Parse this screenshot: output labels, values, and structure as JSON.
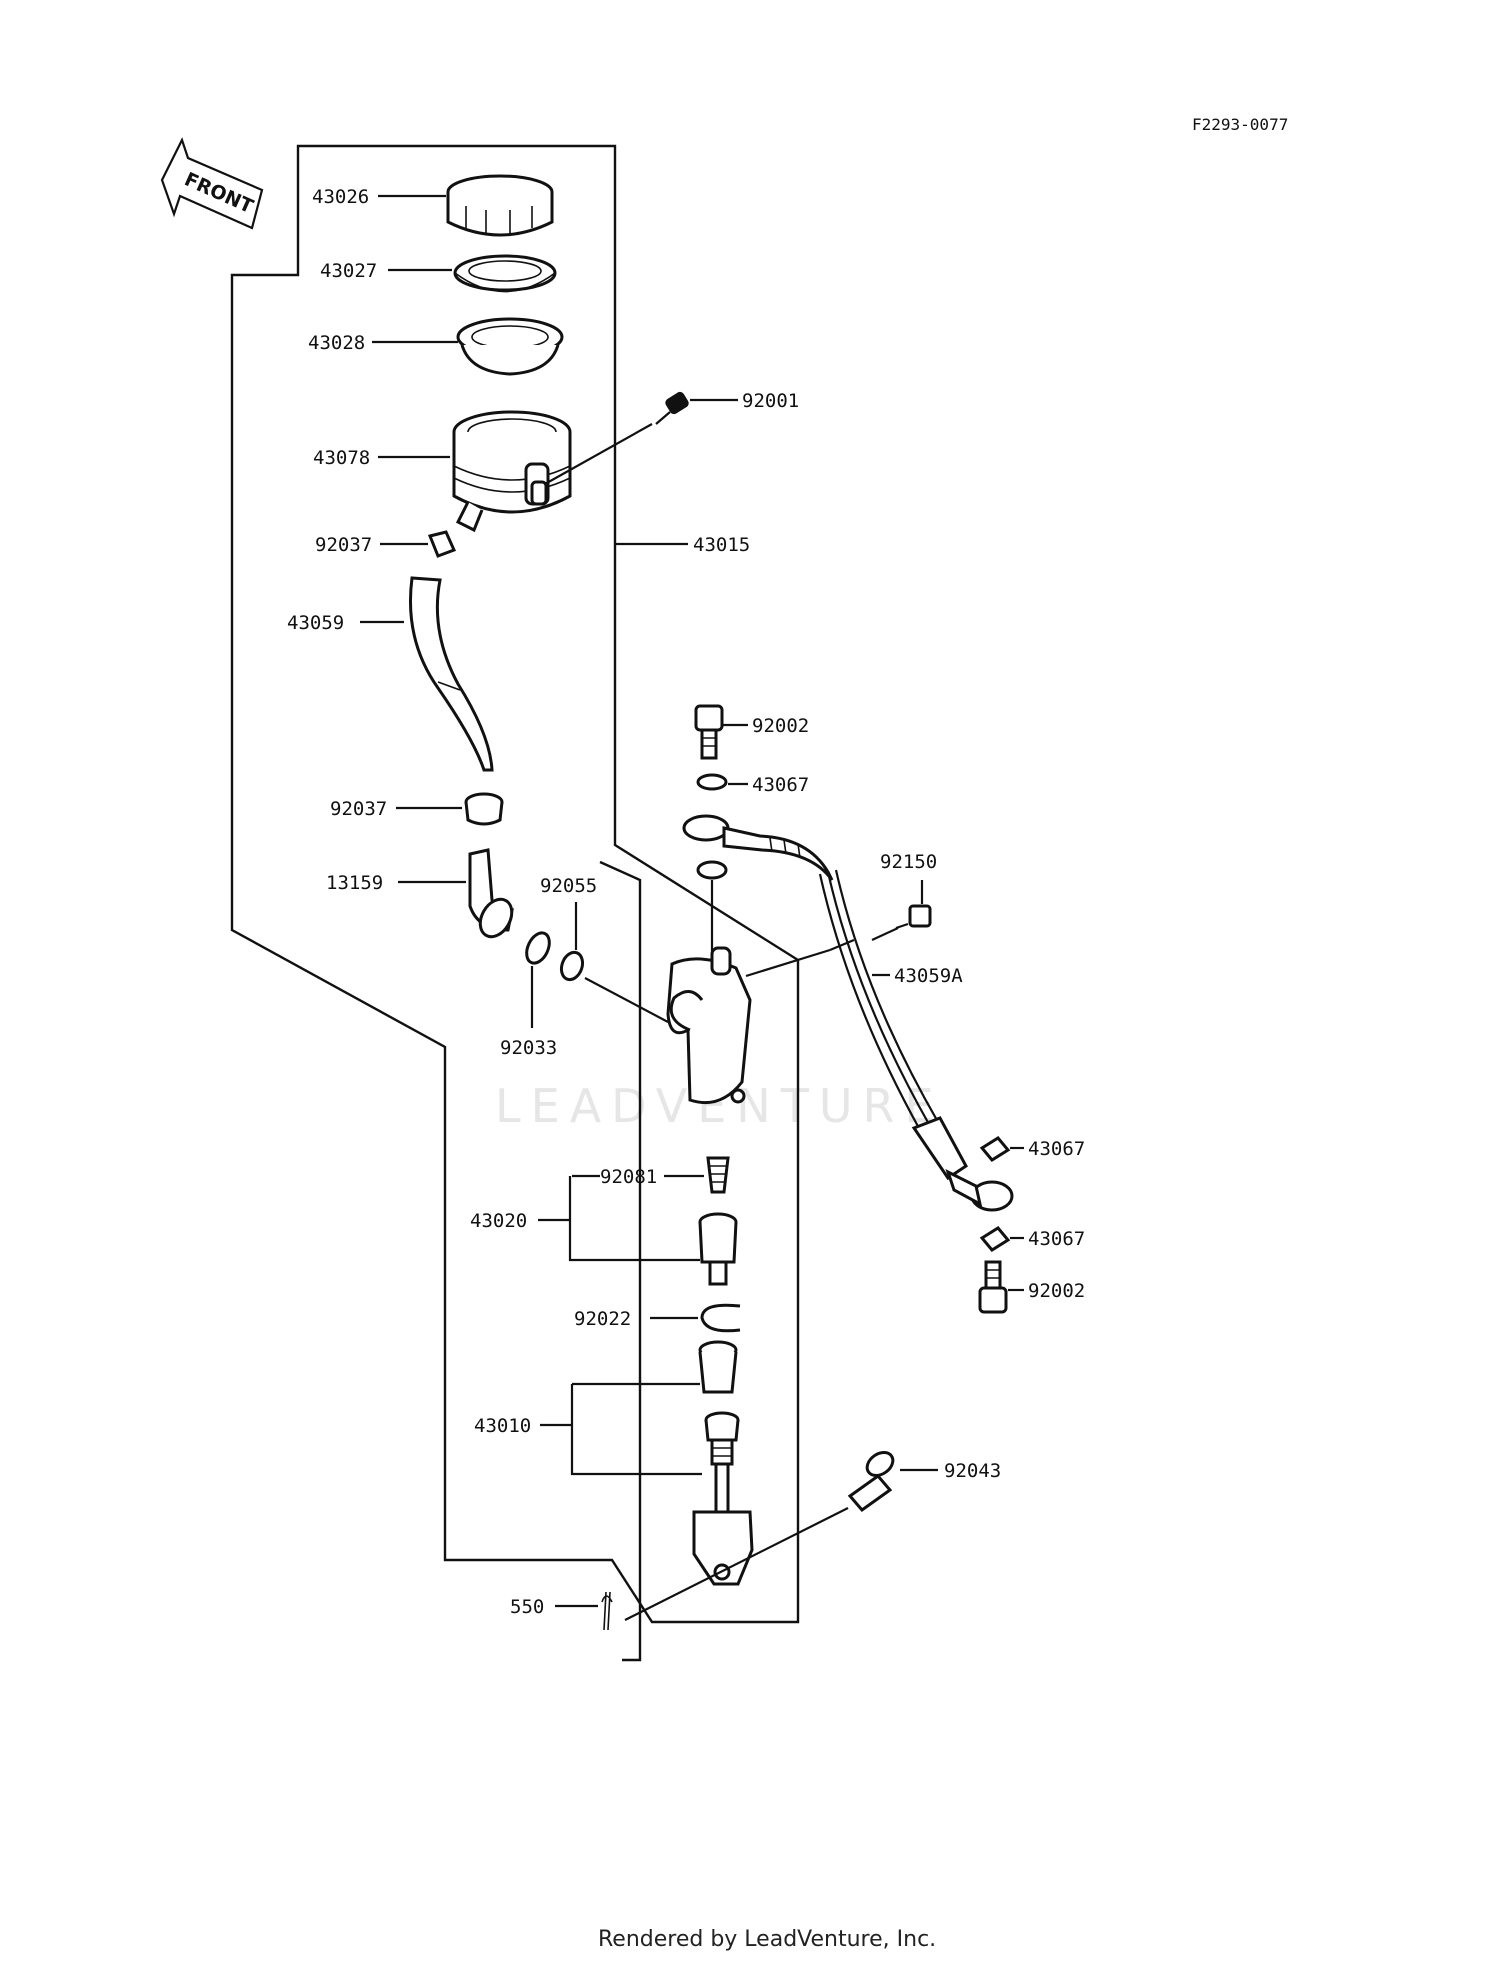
{
  "drawing_code": "F2293-0077",
  "front_label": "FRONT",
  "watermark": "LEADVENTURE",
  "footer": "Rendered by LeadVenture, Inc.",
  "labels": {
    "p43026": "43026",
    "p43027": "43027",
    "p43028": "43028",
    "p92001": "92001",
    "p43078": "43078",
    "p43015": "43015",
    "p92037a": "92037",
    "p43059": "43059",
    "p92002a": "92002",
    "p43067a": "43067",
    "p92037b": "92037",
    "p92150": "92150",
    "p13159": "13159",
    "p92055": "92055",
    "p43059A": "43059A",
    "p92033": "92033",
    "p43067b": "43067",
    "p92081": "92081",
    "p43020": "43020",
    "p43067c": "43067",
    "p92002b": "92002",
    "p92022": "92022",
    "p43010": "43010",
    "p92043": "92043",
    "p550": "550"
  }
}
